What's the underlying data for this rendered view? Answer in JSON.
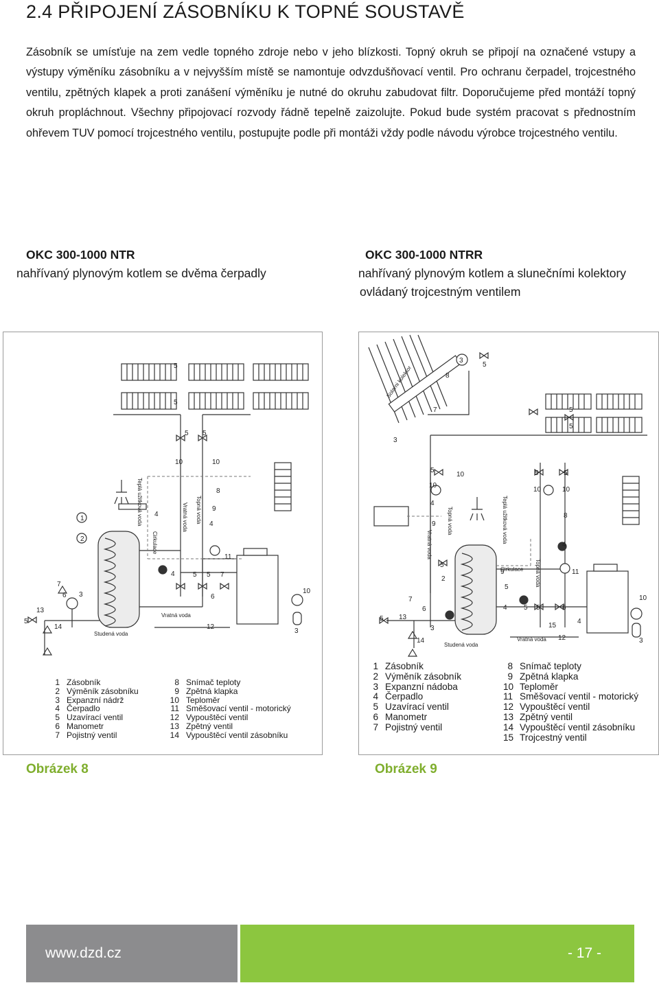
{
  "section": {
    "heading": "2.4 PŘIPOJENÍ ZÁSOBNÍKU K TOPNÉ SOUSTAVĚ",
    "paragraph": "Zásobník se umísťuje na zem vedle topného zdroje nebo v jeho blízkosti. Topný okruh se připojí na označené vstupy a výstupy výměníku zásobníku a v nejvyšším místě se namontuje odvzdušňovací ventil. Pro ochranu čerpadel, trojcestného ventilu, zpětných klapek a proti zanášení výměníku je nutné do okruhu zabudovat filtr. Doporučujeme před montáží topný okruh propláchnout. Všechny připojovací rozvody řádně tepelně zaizolujte. Pokud bude systém pracovat s přednostním ohřevem TUV pomocí trojcestného ventilu, postupujte podle při montáži vždy podle návodu výrobce trojcestného ventilu."
  },
  "figures": [
    {
      "title": "OKC 300-1000 NTR",
      "subtitle": "nahřívaný plynovým kotlem se dvěma čerpadly",
      "subtitle2": "",
      "caption": "Obrázek 8",
      "labels": {
        "hot_water": "Teplá užitková voda",
        "supply": "Topná voda",
        "return": "Vratná voda",
        "circulation": "Cirkulace",
        "cold": "Studená voda"
      },
      "legend_left": [
        {
          "n": "1",
          "t": "Zásobník"
        },
        {
          "n": "2",
          "t": "Výměník zásobníku"
        },
        {
          "n": "3",
          "t": "Expanzní nádrž"
        },
        {
          "n": "4",
          "t": "Čerpadlo"
        },
        {
          "n": "5",
          "t": "Uzavírací ventil"
        },
        {
          "n": "6",
          "t": "Manometr"
        },
        {
          "n": "7",
          "t": "Pojistný ventil"
        }
      ],
      "legend_right": [
        {
          "n": "8",
          "t": "Snímač teploty"
        },
        {
          "n": "9",
          "t": "Zpětná klapka"
        },
        {
          "n": "10",
          "t": "Teploměr"
        },
        {
          "n": "11",
          "t": "Směšovací ventil - motorický"
        },
        {
          "n": "12",
          "t": "Vypouštěcí ventil"
        },
        {
          "n": "13",
          "t": "Zpětný ventil"
        },
        {
          "n": "14",
          "t": "Vypouštěcí ventil zásobníku"
        }
      ]
    },
    {
      "title": "OKC 300-1000 NTRR",
      "subtitle": "nahřívaný plynovým kotlem a slunečními kolektory",
      "subtitle2": "ovládaný trojcestným ventilem",
      "caption": "Obrázek 9",
      "labels": {
        "collector": "Solarni kolektor",
        "hot_water": "Teplá užitková voda",
        "supply": "Topná voda",
        "return": "Vratná voda",
        "circulation": "Cirkulace",
        "cold": "Studená voda"
      },
      "legend_left": [
        {
          "n": "1",
          "t": "Zásobník"
        },
        {
          "n": "2",
          "t": "Výměník zásobník"
        },
        {
          "n": "3",
          "t": "Expanzní nádoba"
        },
        {
          "n": "4",
          "t": "Čerpadlo"
        },
        {
          "n": "5",
          "t": "Uzavírací ventil"
        },
        {
          "n": "6",
          "t": "Manometr"
        },
        {
          "n": "7",
          "t": "Pojistný ventil"
        }
      ],
      "legend_right": [
        {
          "n": "8",
          "t": "Snímač teploty"
        },
        {
          "n": "9",
          "t": "Zpětná klapka"
        },
        {
          "n": "10",
          "t": "Teploměr"
        },
        {
          "n": "11",
          "t": "Směšovací ventil - motorický"
        },
        {
          "n": "12",
          "t": "Vypouštěcí ventil"
        },
        {
          "n": "13",
          "t": "Zpětný ventil"
        },
        {
          "n": "14",
          "t": "Vypouštěcí ventil zásobníku"
        },
        {
          "n": "15",
          "t": "Trojcestný ventil"
        }
      ]
    }
  ],
  "footer": {
    "url": "www.dzd.cz",
    "page": "- 17 -"
  },
  "colors": {
    "caption": "#7fae2d",
    "footer_grey": "#8c8c8e",
    "footer_green": "#8cc63f"
  }
}
